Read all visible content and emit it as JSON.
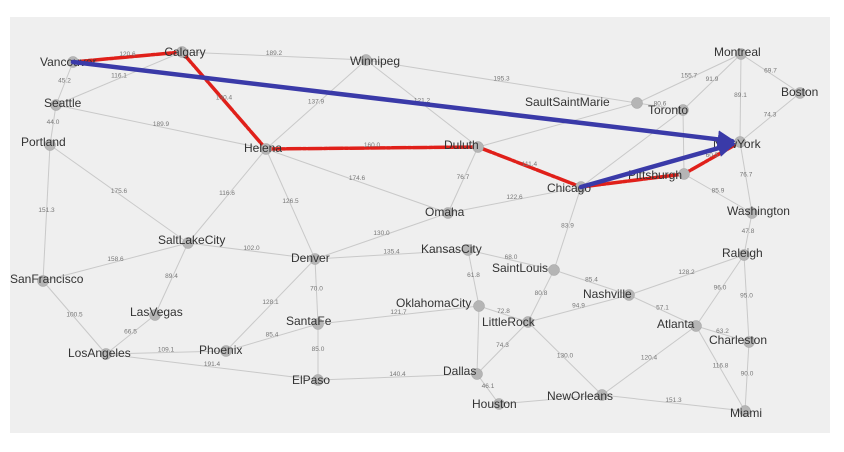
{
  "colors": {
    "background": "#efefef",
    "edge": "#c9c9c9",
    "node": "#b5b5b5",
    "highlight_path": "#e0201a",
    "arrow": "#3a3aa8"
  },
  "cities": {
    "vancouver": "Vancouver",
    "calgary": "Calgary",
    "winnipeg": "Winnipeg",
    "montreal": "Montreal",
    "seattle": "Seattle",
    "boston": "Boston",
    "saultsaintmarie": "SaultSaintMarie",
    "toronto": "Toronto",
    "portland": "Portland",
    "helena": "Helena",
    "duluth": "Duluth",
    "newyork": "NewYork",
    "chicago": "Chicago",
    "pittsburgh": "Pittsburgh",
    "omaha": "Omaha",
    "washington": "Washington",
    "saltlakecity": "SaltLakeCity",
    "kansascity": "KansasCity",
    "denver": "Denver",
    "raleigh": "Raleigh",
    "saintlouis": "SaintLouis",
    "sanfrancisco": "SanFrancisco",
    "nashville": "Nashville",
    "lasvegas": "LasVegas",
    "oklahomacity": "OklahomaCity",
    "santafe": "SantaFe",
    "littlerock": "LittleRock",
    "atlanta": "Atlanta",
    "charleston": "Charleston",
    "losangeles": "LosAngeles",
    "phoenix": "Phoenix",
    "dallas": "Dallas",
    "elpaso": "ElPaso",
    "neworleans": "NewOrleans",
    "houston": "Houston",
    "miami": "Miami"
  },
  "edges": [
    {
      "from": "vancouver",
      "to": "calgary",
      "weight": "120.6",
      "highlighted": true
    },
    {
      "from": "vancouver",
      "to": "seattle",
      "weight": "45.2",
      "highlighted": false
    },
    {
      "from": "seattle",
      "to": "calgary",
      "weight": "116.1",
      "highlighted": false
    },
    {
      "from": "seattle",
      "to": "portland",
      "weight": "44.0",
      "highlighted": false
    },
    {
      "from": "seattle",
      "to": "helena",
      "weight": "189.9",
      "highlighted": false
    },
    {
      "from": "calgary",
      "to": "winnipeg",
      "weight": "189.2",
      "highlighted": false
    },
    {
      "from": "calgary",
      "to": "helena",
      "weight": "130.4",
      "highlighted": true
    },
    {
      "from": "winnipeg",
      "to": "helena",
      "weight": "137.9",
      "highlighted": false
    },
    {
      "from": "winnipeg",
      "to": "duluth",
      "weight": "121.2",
      "highlighted": false
    },
    {
      "from": "winnipeg",
      "to": "saultsaintmarie",
      "weight": "195.3",
      "highlighted": false
    },
    {
      "from": "saultsaintmarie",
      "to": "montreal",
      "weight": "155.7",
      "highlighted": false
    },
    {
      "from": "saultsaintmarie",
      "to": "toronto",
      "weight": "80.6",
      "highlighted": false
    },
    {
      "from": "saultsaintmarie",
      "to": "duluth",
      "weight": "",
      "highlighted": false
    },
    {
      "from": "montreal",
      "to": "boston",
      "weight": "69.7",
      "highlighted": false
    },
    {
      "from": "montreal",
      "to": "toronto",
      "weight": "91.9",
      "highlighted": false
    },
    {
      "from": "montreal",
      "to": "newyork",
      "weight": "89.1",
      "highlighted": false
    },
    {
      "from": "boston",
      "to": "newyork",
      "weight": "74.3",
      "highlighted": false
    },
    {
      "from": "toronto",
      "to": "pittsburgh",
      "weight": "",
      "highlighted": false
    },
    {
      "from": "toronto",
      "to": "chicago",
      "weight": "",
      "highlighted": false
    },
    {
      "from": "newyork",
      "to": "pittsburgh",
      "weight": "60.5",
      "highlighted": true
    },
    {
      "from": "newyork",
      "to": "washington",
      "weight": "76.7",
      "highlighted": false
    },
    {
      "from": "pittsburgh",
      "to": "washington",
      "weight": "85.9",
      "highlighted": false
    },
    {
      "from": "pittsburgh",
      "to": "chicago",
      "weight": "",
      "highlighted": true
    },
    {
      "from": "helena",
      "to": "duluth",
      "weight": "160.0",
      "highlighted": true
    },
    {
      "from": "helena",
      "to": "omaha",
      "weight": "174.6",
      "highlighted": false
    },
    {
      "from": "helena",
      "to": "denver",
      "weight": "126.5",
      "highlighted": false
    },
    {
      "from": "helena",
      "to": "saltlakecity",
      "weight": "116.6",
      "highlighted": false
    },
    {
      "from": "portland",
      "to": "saltlakecity",
      "weight": "175.6",
      "highlighted": false
    },
    {
      "from": "portland",
      "to": "sanfrancisco",
      "weight": "151.3",
      "highlighted": false
    },
    {
      "from": "duluth",
      "to": "chicago",
      "weight": "111.4",
      "highlighted": true
    },
    {
      "from": "duluth",
      "to": "omaha",
      "weight": "76.7",
      "highlighted": false
    },
    {
      "from": "omaha",
      "to": "chicago",
      "weight": "122.6",
      "highlighted": false
    },
    {
      "from": "omaha",
      "to": "denver",
      "weight": "130.0",
      "highlighted": false
    },
    {
      "from": "chicago",
      "to": "saintlouis",
      "weight": "83.9",
      "highlighted": false
    },
    {
      "from": "saltlakecity",
      "to": "denver",
      "weight": "102.0",
      "highlighted": false
    },
    {
      "from": "saltlakecity",
      "to": "sanfrancisco",
      "weight": "158.6",
      "highlighted": false
    },
    {
      "from": "saltlakecity",
      "to": "lasvegas",
      "weight": "89.4",
      "highlighted": false
    },
    {
      "from": "denver",
      "to": "kansascity",
      "weight": "135.4",
      "highlighted": false
    },
    {
      "from": "denver",
      "to": "santafe",
      "weight": "70.0",
      "highlighted": false
    },
    {
      "from": "denver",
      "to": "phoenix",
      "weight": "128.1",
      "highlighted": false
    },
    {
      "from": "kansascity",
      "to": "saintlouis",
      "weight": "68.0",
      "highlighted": false
    },
    {
      "from": "kansascity",
      "to": "oklahomacity",
      "weight": "61.8",
      "highlighted": false
    },
    {
      "from": "saintlouis",
      "to": "nashville",
      "weight": "85.4",
      "highlighted": false
    },
    {
      "from": "saintlouis",
      "to": "littlerock",
      "weight": "80.8",
      "highlighted": false
    },
    {
      "from": "raleigh",
      "to": "washington",
      "weight": "47.8",
      "highlighted": false
    },
    {
      "from": "raleigh",
      "to": "nashville",
      "weight": "128.2",
      "highlighted": false
    },
    {
      "from": "raleigh",
      "to": "atlanta",
      "weight": "96.0",
      "highlighted": false
    },
    {
      "from": "raleigh",
      "to": "charleston",
      "weight": "95.0",
      "highlighted": false
    },
    {
      "from": "nashville",
      "to": "atlanta",
      "weight": "57.1",
      "highlighted": false
    },
    {
      "from": "nashville",
      "to": "littlerock",
      "weight": "94.9",
      "highlighted": false
    },
    {
      "from": "atlanta",
      "to": "charleston",
      "weight": "63.2",
      "highlighted": false
    },
    {
      "from": "atlanta",
      "to": "neworleans",
      "weight": "120.4",
      "highlighted": false
    },
    {
      "from": "atlanta",
      "to": "miami",
      "weight": "116.8",
      "highlighted": false
    },
    {
      "from": "charleston",
      "to": "miami",
      "weight": "90.0",
      "highlighted": false
    },
    {
      "from": "sanfrancisco",
      "to": "losangeles",
      "weight": "100.5",
      "highlighted": false
    },
    {
      "from": "lasvegas",
      "to": "losangeles",
      "weight": "66.5",
      "highlighted": false
    },
    {
      "from": "losangeles",
      "to": "phoenix",
      "weight": "109.1",
      "highlighted": false
    },
    {
      "from": "losangeles",
      "to": "elpaso",
      "weight": "191.4",
      "highlighted": false
    },
    {
      "from": "phoenix",
      "to": "santafe",
      "weight": "85.4",
      "highlighted": false
    },
    {
      "from": "santafe",
      "to": "oklahomacity",
      "weight": "121.7",
      "highlighted": false
    },
    {
      "from": "santafe",
      "to": "elpaso",
      "weight": "85.0",
      "highlighted": false
    },
    {
      "from": "oklahomacity",
      "to": "littlerock",
      "weight": "72.8",
      "highlighted": false
    },
    {
      "from": "oklahomacity",
      "to": "dallas",
      "weight": "",
      "highlighted": false
    },
    {
      "from": "littlerock",
      "to": "dallas",
      "weight": "74.3",
      "highlighted": false
    },
    {
      "from": "littlerock",
      "to": "neworleans",
      "weight": "130.0",
      "highlighted": false
    },
    {
      "from": "elpaso",
      "to": "dallas",
      "weight": "140.4",
      "highlighted": false
    },
    {
      "from": "dallas",
      "to": "houston",
      "weight": "46.1",
      "highlighted": false
    },
    {
      "from": "houston",
      "to": "neworleans",
      "weight": "",
      "highlighted": false
    },
    {
      "from": "neworleans",
      "to": "miami",
      "weight": "151.3",
      "highlighted": false
    }
  ],
  "arrows": [
    {
      "from": "vancouver",
      "to": "newyork"
    },
    {
      "from": "chicago",
      "to": "newyork"
    }
  ]
}
